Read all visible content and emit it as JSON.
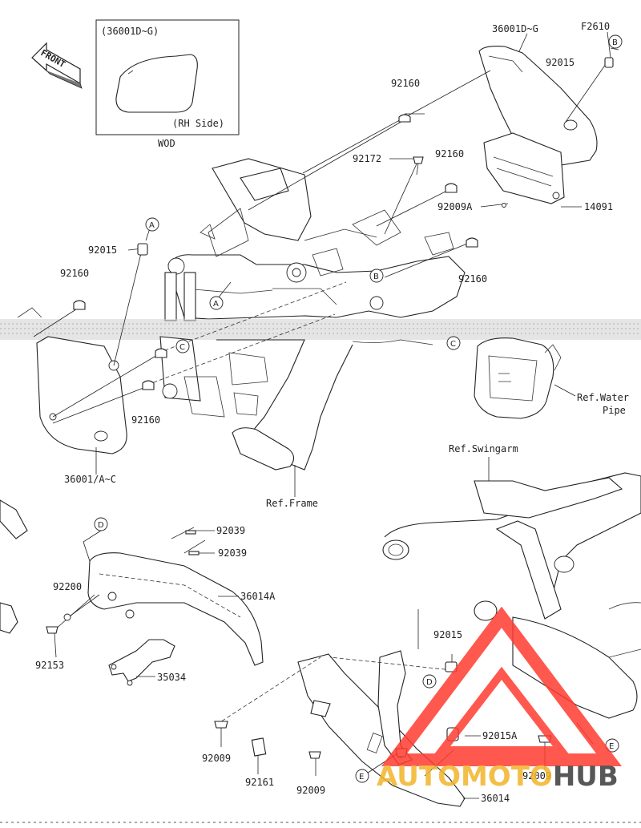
{
  "diagram_code": "F2610",
  "inset": {
    "title": "(36001D~G)",
    "side_label": "(RH Side)",
    "caption": "WOD"
  },
  "front_label": "FRONT",
  "refs": {
    "water_pipe": "Ref.Water Pipe",
    "swingarm": "Ref.Swingarm",
    "frame": "Ref.Frame"
  },
  "callout_letters": [
    "A",
    "A",
    "B",
    "B",
    "C",
    "C",
    "D",
    "D",
    "E",
    "E"
  ],
  "parts": [
    "36001D~G",
    "92015",
    "92160",
    "92172",
    "92160",
    "92009A",
    "14091",
    "92015",
    "92160",
    "92160",
    "92160",
    "36001/A~C",
    "92039",
    "92039",
    "36014A",
    "92200",
    "92153",
    "35034",
    "92015",
    "92015A",
    "92009",
    "92009",
    "92161",
    "92009",
    "36014"
  ],
  "watermark": {
    "text_part1": "AUTOMOTO",
    "text_part2": "HUB",
    "accent": "#ff3b30",
    "gold": "#f2b52a",
    "dark": "#3a3a3a"
  }
}
